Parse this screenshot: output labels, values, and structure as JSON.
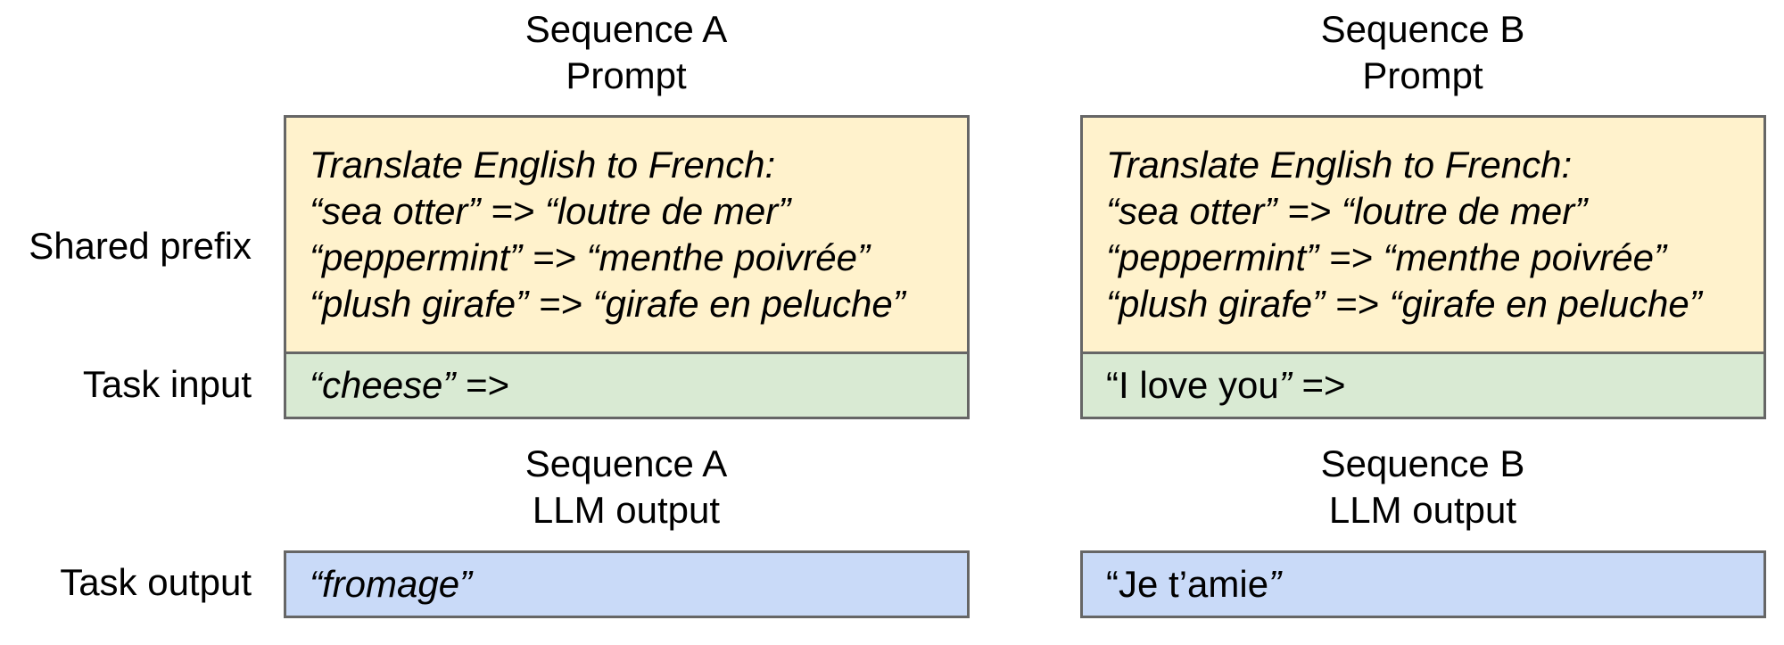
{
  "colors": {
    "shared_prefix_bg": "#FFF2CC",
    "task_input_bg": "#D9EAD3",
    "task_output_bg": "#C9DAF8",
    "border": "#666666",
    "text": "#000000"
  },
  "row_labels": {
    "shared_prefix": "Shared prefix",
    "task_input": "Task input",
    "task_output": "Task output"
  },
  "shared_prefix_lines": [
    "Translate English to French:",
    "“sea otter” => “loutre de mer”",
    "“peppermint” => “menthe poivrée”",
    "“plush girafe” => “girafe en peluche”"
  ],
  "sequences": [
    {
      "prompt_title_line1": "Sequence A",
      "prompt_title_line2": "Prompt",
      "task_input_quoted": "“cheese”",
      "task_input_arrow": " =>",
      "output_title_line1": "Sequence A",
      "output_title_line2": "LLM output",
      "task_output": "“fromage”"
    },
    {
      "prompt_title_line1": "Sequence B",
      "prompt_title_line2": "Prompt",
      "task_input_open_quote": "“",
      "task_input_text": "I love you",
      "task_input_close_quote": "”",
      "task_input_arrow": " =>",
      "output_title_line1": "Sequence B",
      "output_title_line2": "LLM output",
      "task_output_open_quote": "“",
      "task_output_text": "Je t’amie",
      "task_output_close_quote": "”"
    }
  ]
}
